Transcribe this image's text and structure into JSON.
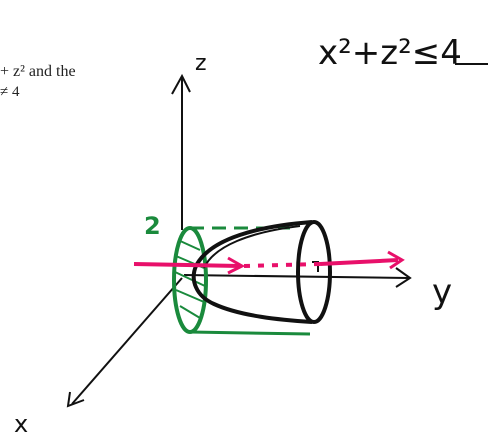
{
  "printed_text": {
    "line1": "+ z² and the",
    "line2": "≠ 4"
  },
  "handwritten": {
    "inequality": "x²+z²≤4",
    "axis_z": "z",
    "axis_y": "y",
    "axis_x": "x",
    "radius_label": "2"
  },
  "colors": {
    "ink": "#111111",
    "green": "#1a8a3c",
    "pink": "#e8106a"
  }
}
